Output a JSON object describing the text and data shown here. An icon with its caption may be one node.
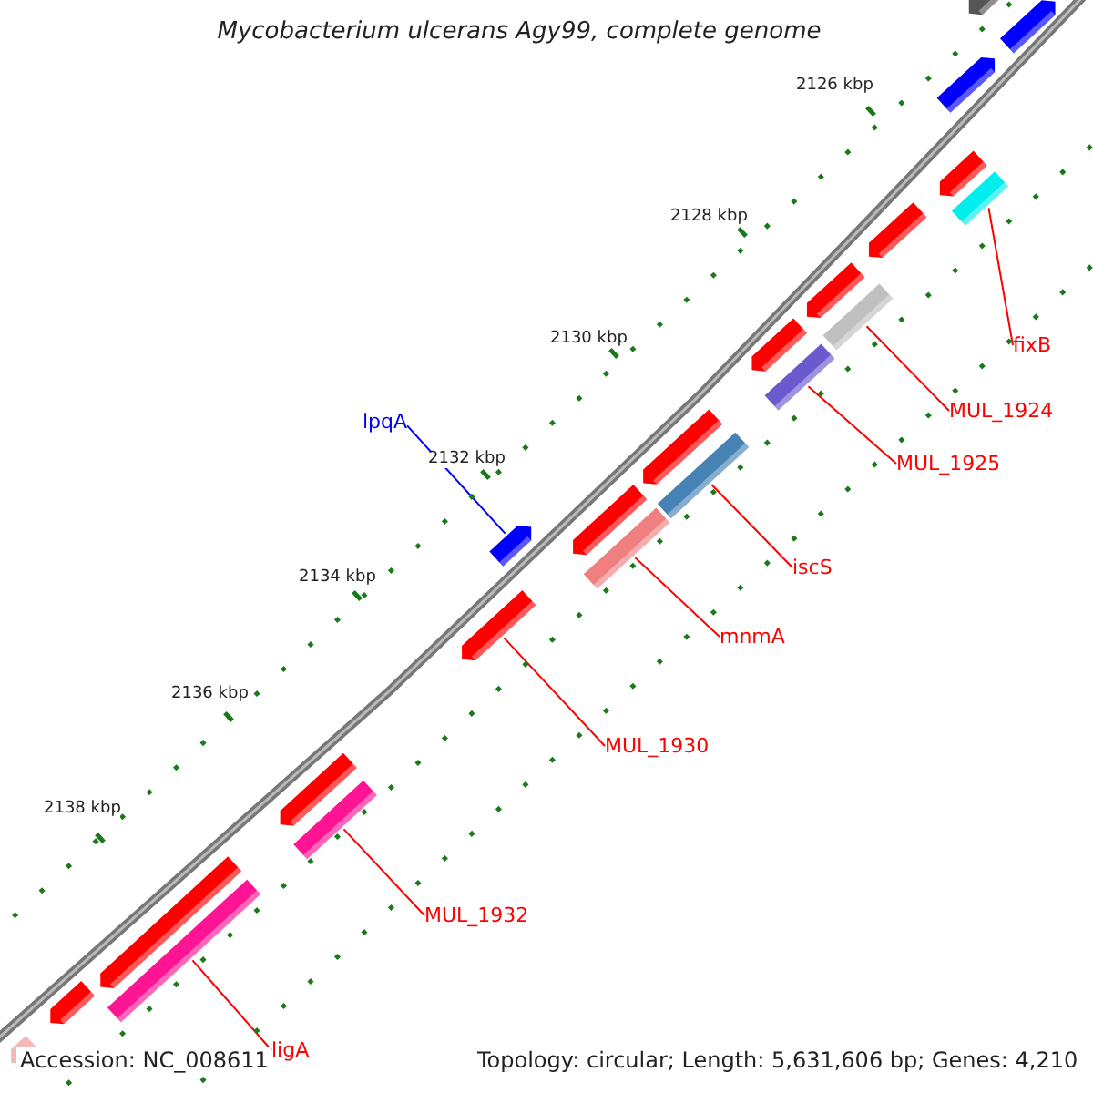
{
  "diagram": {
    "title": "Mycobacterium ulcerans Agy99, complete genome",
    "nodes": [
      {
        "text": [
          "fixB"
        ]
      },
      {
        "text": [
          "MUL_1924"
        ]
      },
      {
        "text": [
          "lpqA"
        ]
      },
      {
        "text": [
          "MUL_1925"
        ]
      },
      {
        "text": [
          "iscS"
        ]
      },
      {
        "text": [
          "mnmA"
        ]
      },
      {
        "text": [
          "MUL_1930"
        ]
      },
      {
        "text": [
          "MUL_1932"
        ]
      },
      {
        "text": [
          "ligA"
        ]
      },
      {
        "text": [],
        "shape": "bar"
      },
      {
        "text": [],
        "shape": "bar"
      },
      {
        "text": [],
        "shape": "arrow"
      },
      {
        "text": [],
        "shape": "bar"
      },
      {
        "text": [],
        "shape": "bar"
      },
      {
        "text": [],
        "shape": "bar"
      },
      {
        "text": [],
        "shape": "arrow"
      },
      {
        "text": [],
        "shape": "bar"
      },
      {
        "text": [],
        "shape": "bar"
      }
    ],
    "edges": [
      {
        "from": 0,
        "to": 9,
        "arrow": "none"
      },
      {
        "from": 1,
        "to": 10,
        "arrow": "none"
      },
      {
        "from": 2,
        "to": 11,
        "arrow": "none",
        "color": "#0000ff"
      },
      {
        "from": 3,
        "to": 12,
        "arrow": "none"
      },
      {
        "from": 4,
        "to": 13,
        "arrow": "none"
      },
      {
        "from": 5,
        "to": 14,
        "arrow": "none"
      },
      {
        "from": 6,
        "to": 15,
        "arrow": "none"
      },
      {
        "from": 7,
        "to": 16,
        "arrow": "none"
      },
      {
        "from": 8,
        "to": 17,
        "arrow": "none"
      }
    ],
    "labels": [
      "2126 kbp",
      "2128 kbp",
      "2130 kbp",
      "2132 kbp",
      "2134 kbp",
      "2136 kbp",
      "2138 kbp",
      "Accession: NC_008611",
      "Topology: circular; Length: 5,631,606 bp; Genes: 4,210"
    ]
  }
}
